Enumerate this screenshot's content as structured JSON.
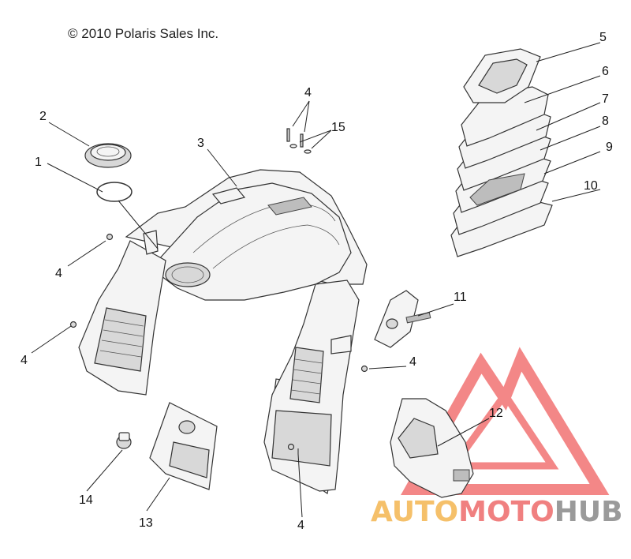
{
  "copyright": "© 2010 Polaris Sales Inc.",
  "callouts": [
    "1",
    "2",
    "3",
    "4",
    "4",
    "4",
    "4",
    "4",
    "5",
    "6",
    "7",
    "8",
    "9",
    "10",
    "11",
    "12",
    "13",
    "14",
    "15"
  ],
  "watermark": {
    "part_a": "AUTO",
    "part_b": "MOTO",
    "part_c": "HUB",
    "color_a": "#f5c06a",
    "color_b": "#f08080",
    "color_c": "#9a9a9a",
    "logo_color": "#f06060"
  }
}
